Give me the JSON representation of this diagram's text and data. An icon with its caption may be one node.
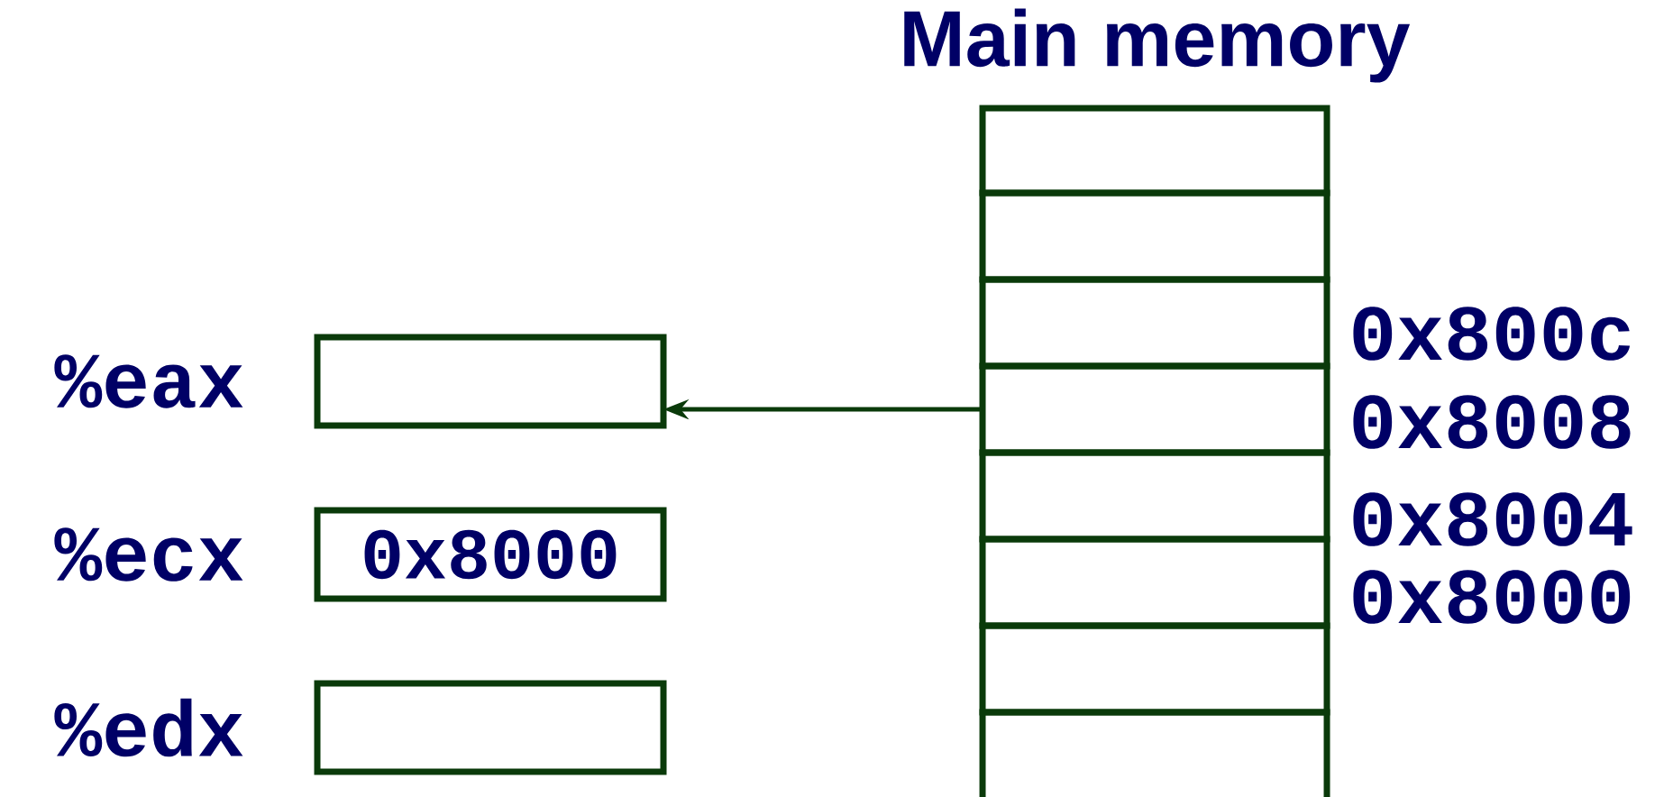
{
  "diagram": {
    "title": "Main memory",
    "nodes": [
      {
        "text": [],
        "shape": "box"
      },
      {
        "text": [],
        "shape": "box"
      },
      {
        "text": [],
        "shape": "box"
      },
      {
        "text": [],
        "shape": "box"
      },
      {
        "text": [],
        "shape": "box"
      },
      {
        "text": [],
        "shape": "box"
      },
      {
        "text": [],
        "shape": "box"
      },
      {
        "text": [],
        "shape": "box"
      },
      {
        "text": [],
        "shape": "box",
        "beside": [
          "%eax"
        ]
      },
      {
        "text": [
          "0x8000"
        ],
        "beside": [
          "%ecx"
        ]
      },
      {
        "text": [],
        "shape": "box",
        "beside": [
          "%edx"
        ]
      }
    ],
    "edges": [
      {
        "from": 3,
        "to": 8,
        "arrow": "to"
      }
    ],
    "labels": [
      "0x800c",
      "0x8008",
      "0x8004",
      "0x8000"
    ]
  }
}
